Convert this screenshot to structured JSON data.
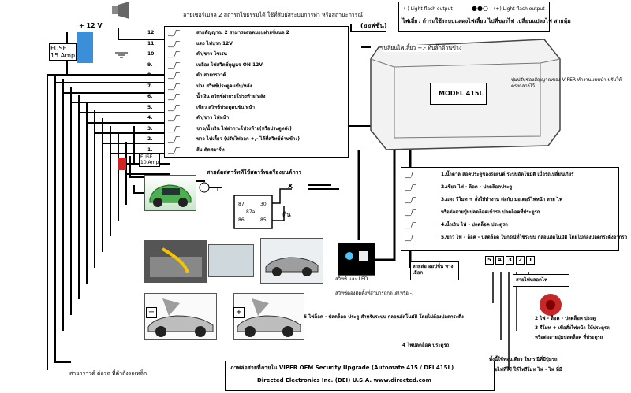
{
  "top": {
    "voltage": "+ 12 V",
    "siren_label": "ลายเซอร์เบลล 2 สถารถไปธรรมได้ ใช้ที่สัมผัสระบบการทำ หรือสถานะการณ์",
    "siren_label_2": "(ออฟชั่น)",
    "light_flash_left": "(-) Light flash output",
    "light_flash_right": "(+) Light flash output",
    "light_flash_note": "ไฟเลี้ยว ถ้ารถใช้ระบบแสดงไฟเลี้ยว ไปที่ของไฟ เปลี่ยนแปลงไฟ สายหุ้ม",
    "fuse_top": "FUSE\n15 Amp"
  },
  "pins": [
    {
      "n": "12.",
      "label": "สายสัญญาณ 2 สามารถสอดมอบฝายซ์แนล 2"
    },
    {
      "n": "11.",
      "label": "แดง ไฟบวก 12V"
    },
    {
      "n": "10.",
      "label": "ดำ/ขาว ไซเรน"
    },
    {
      "n": "9.",
      "label": "เหลือง ไฟสวิตช์กุญแจ ON 12V"
    },
    {
      "n": "8.",
      "label": "ดำ สายกราวด์"
    },
    {
      "n": "7.",
      "label": "ม่วง สวิทช์ประตูคนขับ/หลัง"
    },
    {
      "n": "6.",
      "label": "น้ำเงิน สวิทช์ฝากระโปรงท้าย/หลัง"
    },
    {
      "n": "5.",
      "label": "เขียว สวิทช์ประตูคนขับ/หน้า"
    },
    {
      "n": "4.",
      "label": "ดำ/ขาว ไฟหน้า"
    },
    {
      "n": "3.",
      "label": "ขาว/น้ำเงิน ไฟฝากระโปรงท้าย(หรือประตูหลัง)"
    },
    {
      "n": "2.",
      "label": "ขาว ไฟเลี้ยว (ปรับไฟออก +,- ได้ที่สวิทช์ด้านข้าง)"
    },
    {
      "n": "1.",
      "label": "ส้ม ตัดสตาร์ท"
    }
  ],
  "module": {
    "model": "MODEL 415L",
    "top_note": "เปลี่ยนไฟเลี้ยว +,- ที่ปลั๊กด้านข้าง",
    "side_note": "ปุ่มปรับช่องสัญญาณของ VIPER ทำงานแบบนำ ปรับให้ตรงกลางไว้"
  },
  "fuse_mid": "FUSE\n10 Amp",
  "starter_label": "สายตัดสตาร์ทที่ใช้สตาร์ทเครื่องยนต์การ",
  "relay_pins": [
    "87",
    "30",
    "86",
    "85",
    "87a"
  ],
  "relay_labels": {
    "ground": "ดิน",
    "x": "X"
  },
  "door_lock": [
    {
      "label": "1.น้ำตาล ล่อคประตูของรถยนต์ ระบบอัตโนมัติ เมื่อรถเปลี่ยนเกียร์"
    },
    {
      "label": "2.เขียว ไฟ - ล็อค - ปลดล็อคประตู"
    },
    {
      "label": "3.แดง รีโมท + สั่งให้ทำงาน ต่อกับ มอเตอร์ไฟหน้า สาย ไฟ"
    },
    {
      "label": "หรือต่อสายปุ่มปลดล็อคเข้ารถ ปลดล็อคที่ประตูรถ"
    },
    {
      "label": "4.น้ำเงิน ไฟ - ปลดล็อค ประตูรถ"
    },
    {
      "label": "5.ขาว ไฟ - ล็อค - ปลดล็อค ในกรณีที่ใช้ระบบ กลอนอัตโนมัติ โดยไม่ต้องปลดกระดิ่งจากรถ"
    }
  ],
  "led": {
    "label": "สวิทช์ และ LED",
    "note": "สวิทช์ต้องติดตั้งที่สามารถกดได้(หรือ -)"
  },
  "option_box": {
    "text": "ลายล่อ ออปชั่น ทางเลือก"
  },
  "bottom_notes": {
    "n5": "5 ไฟล็อค - ปลดล็อค ประตู สำหรับระบบ กลอนอัตโนมัติ โดยไม่ต้องปลดกระดิ่ง",
    "n4": "4 ไฟปลดล็อค ประตูรถ"
  },
  "connector": {
    "pins": [
      "5",
      "4",
      "3",
      "2",
      "1"
    ],
    "label": "สายไฟหลอดไฟ"
  },
  "right_notes": [
    "2 ไฟ - ล็อค - ปลดล็อค ประตู",
    "3 รีโมท + เพื่อสั่งไฟหน้า ให้ประตูรถ",
    "หรือต่อสายปุ่มปลดล็อค ที่ประตูรถ",
    "ทั้งนี้ใช้ท่อนเดียว ในกรณีที่มีปุ่มรถ",
    "โดยไฟที่ใช้ ให้ไฟรีโมท ไฟ - ไฟ ที่มี"
  ],
  "bottom_left_note": "สายกราวด์ ต่อรถ ที่ตัวถังรถเหล็ก",
  "footer": {
    "line1": "ภาพล่อสายที่ภายใน VIPER OEM Security Upgrade (Automate 415 / DEI 415L)",
    "line2": "Directed Electronics Inc. (DEI) U.S.A.     www.directed.com"
  },
  "colors": {
    "wire": "#000000",
    "fuse": "#3b8fd8",
    "relay_red": "#d32222"
  }
}
